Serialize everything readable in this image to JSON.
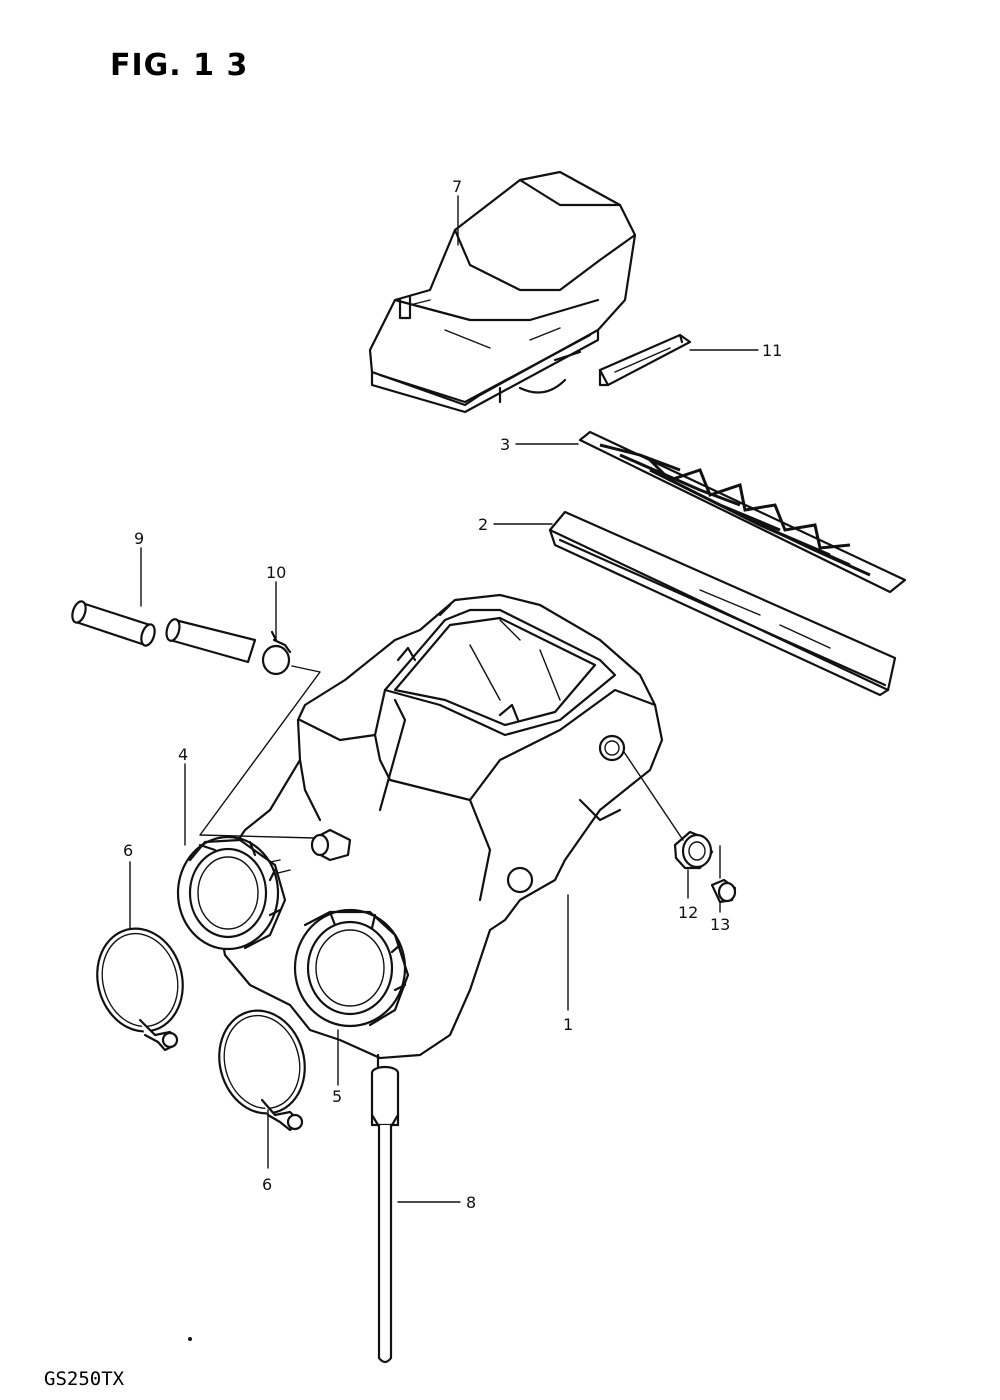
{
  "figure": {
    "title": "FIG. 1 3",
    "model_code": "GS250TX"
  },
  "callouts": {
    "c1": "1",
    "c2": "2",
    "c3": "3",
    "c4": "4",
    "c5": "5",
    "c6a": "6",
    "c6b": "6",
    "c7": "7",
    "c8": "8",
    "c9": "9",
    "c10": "10",
    "c11": "11",
    "c12": "12",
    "c13": "13"
  }
}
